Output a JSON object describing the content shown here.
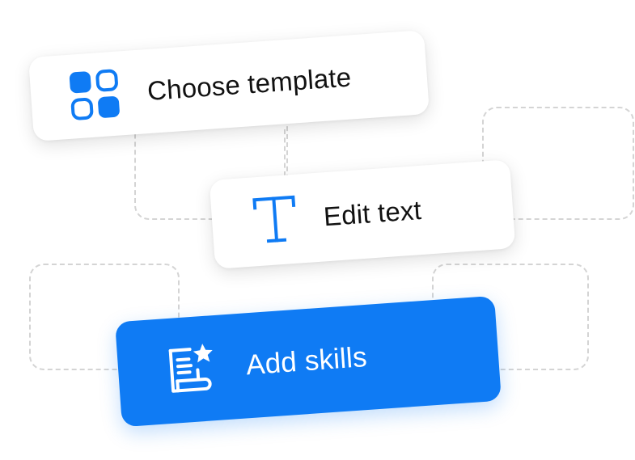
{
  "colors": {
    "accent": "#0f7bf4",
    "card_background": "#ffffff",
    "dashed_outline": "#d4d4d4",
    "text_dark": "#111111",
    "text_light": "#ffffff"
  },
  "cards": [
    {
      "label": "Choose template",
      "icon": "template-grid-icon",
      "style": "white"
    },
    {
      "label": "Edit text",
      "icon": "text-t-icon",
      "style": "white"
    },
    {
      "label": "Add skills",
      "icon": "skills-list-star-icon",
      "style": "blue"
    }
  ]
}
